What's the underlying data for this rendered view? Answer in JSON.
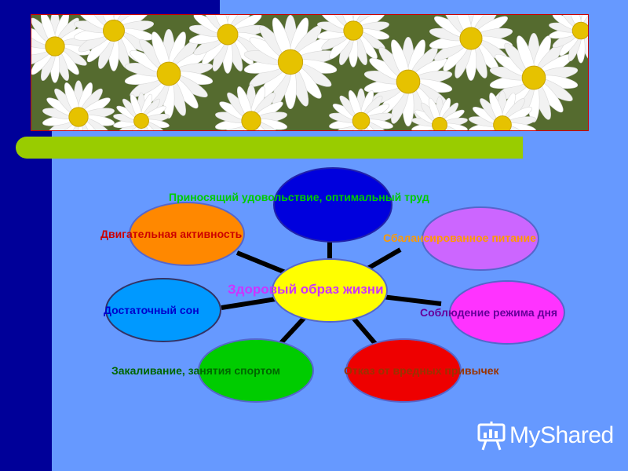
{
  "diagram": {
    "center": "Здоровый образ жизни",
    "nodes": [
      {
        "label": "Приносящий удовольствие, оптимальный труд",
        "fill": "#0000dd",
        "text_color": "#00cc00"
      },
      {
        "label": "Сбалансированное питание",
        "fill": "#cc66ff",
        "text_color": "#ff9900"
      },
      {
        "label": "Соблюдение режима дня",
        "fill": "#ff33ff",
        "text_color": "#660099"
      },
      {
        "label": "Отказ от вредных привычек",
        "fill": "#ee0000",
        "text_color": "#993300"
      },
      {
        "label": "Закаливание, занятия спортом",
        "fill": "#00cc00",
        "text_color": "#006600"
      },
      {
        "label": "Достаточный сон",
        "fill": "#0099ff",
        "text_color": "#0000cc"
      },
      {
        "label": "Двигательная активность",
        "fill": "#ff8800",
        "text_color": "#cc0000"
      }
    ]
  },
  "colors": {
    "background": "#6699ff",
    "sidebar": "#000099",
    "accent_bar": "#99cc00",
    "center_fill": "#ffff00",
    "center_text": "#cc33ff",
    "connector": "#000000"
  },
  "photo": {
    "subject": "daisy-flowers"
  },
  "logo": {
    "text": "MyShared",
    "icon": "presentation-board-icon"
  }
}
